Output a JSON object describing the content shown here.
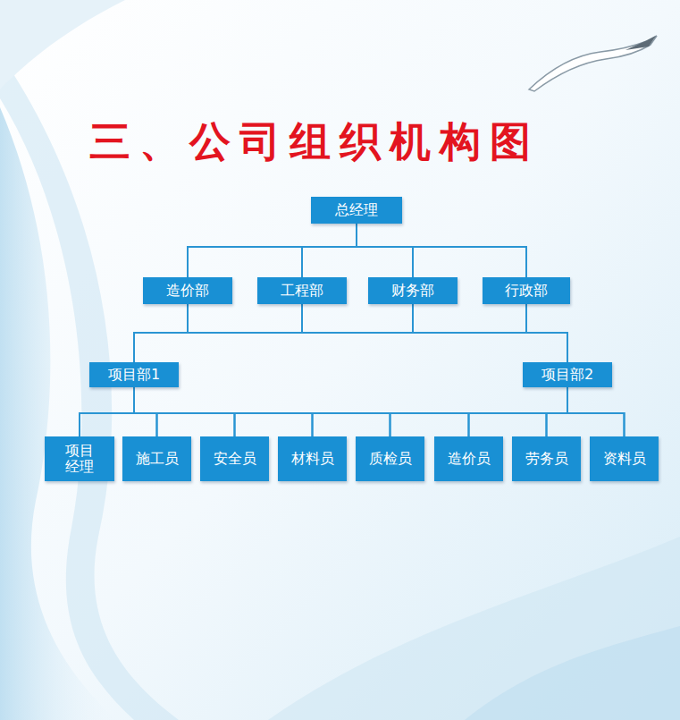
{
  "diagram": {
    "title": "三、公司组织机构图",
    "nodes": [
      {
        "text": [
          "总经理"
        ]
      },
      {
        "text": [
          "造价部"
        ]
      },
      {
        "text": [
          "工程部"
        ]
      },
      {
        "text": [
          "财务部"
        ]
      },
      {
        "text": [
          "行政部"
        ]
      },
      {
        "text": [
          "项目部1"
        ]
      },
      {
        "text": [
          "项目部2"
        ]
      },
      {
        "text": [
          "项目 经理"
        ]
      },
      {
        "text": [
          "施工员"
        ]
      },
      {
        "text": [
          "安全员"
        ]
      },
      {
        "text": [
          "材料员"
        ]
      },
      {
        "text": [
          "质检员"
        ]
      },
      {
        "text": [
          "造价员"
        ]
      },
      {
        "text": [
          "劳务员"
        ]
      },
      {
        "text": [
          "资料员"
        ]
      }
    ],
    "edges": [
      {
        "from": 0,
        "to": 1,
        "arrow": "none"
      },
      {
        "from": 0,
        "to": 2,
        "arrow": "none"
      },
      {
        "from": 0,
        "to": 3,
        "arrow": "none"
      },
      {
        "from": 0,
        "to": 4,
        "arrow": "none"
      },
      {
        "from": 1,
        "to": 5,
        "arrow": "none"
      },
      {
        "from": 1,
        "to": 6,
        "arrow": "none"
      },
      {
        "from": 2,
        "to": 5,
        "arrow": "none"
      },
      {
        "from": 2,
        "to": 6,
        "arrow": "none"
      },
      {
        "from": 3,
        "to": 5,
        "arrow": "none"
      },
      {
        "from": 3,
        "to": 6,
        "arrow": "none"
      },
      {
        "from": 4,
        "to": 5,
        "arrow": "none"
      },
      {
        "from": 4,
        "to": 6,
        "arrow": "none"
      },
      {
        "from": 5,
        "to": 7,
        "arrow": "none"
      },
      {
        "from": 5,
        "to": 8,
        "arrow": "none"
      },
      {
        "from": 5,
        "to": 9,
        "arrow": "none"
      },
      {
        "from": 5,
        "to": 10,
        "arrow": "none"
      },
      {
        "from": 5,
        "to": 11,
        "arrow": "none"
      },
      {
        "from": 5,
        "to": 12,
        "arrow": "none"
      },
      {
        "from": 5,
        "to": 13,
        "arrow": "none"
      },
      {
        "from": 5,
        "to": 14,
        "arrow": "none"
      },
      {
        "from": 6,
        "to": 7,
        "arrow": "none"
      },
      {
        "from": 6,
        "to": 8,
        "arrow": "none"
      },
      {
        "from": 6,
        "to": 9,
        "arrow": "none"
      },
      {
        "from": 6,
        "to": 10,
        "arrow": "none"
      },
      {
        "from": 6,
        "to": 11,
        "arrow": "none"
      },
      {
        "from": 6,
        "to": 12,
        "arrow": "none"
      },
      {
        "from": 6,
        "to": 13,
        "arrow": "none"
      },
      {
        "from": 6,
        "to": 14,
        "arrow": "none"
      }
    ]
  }
}
